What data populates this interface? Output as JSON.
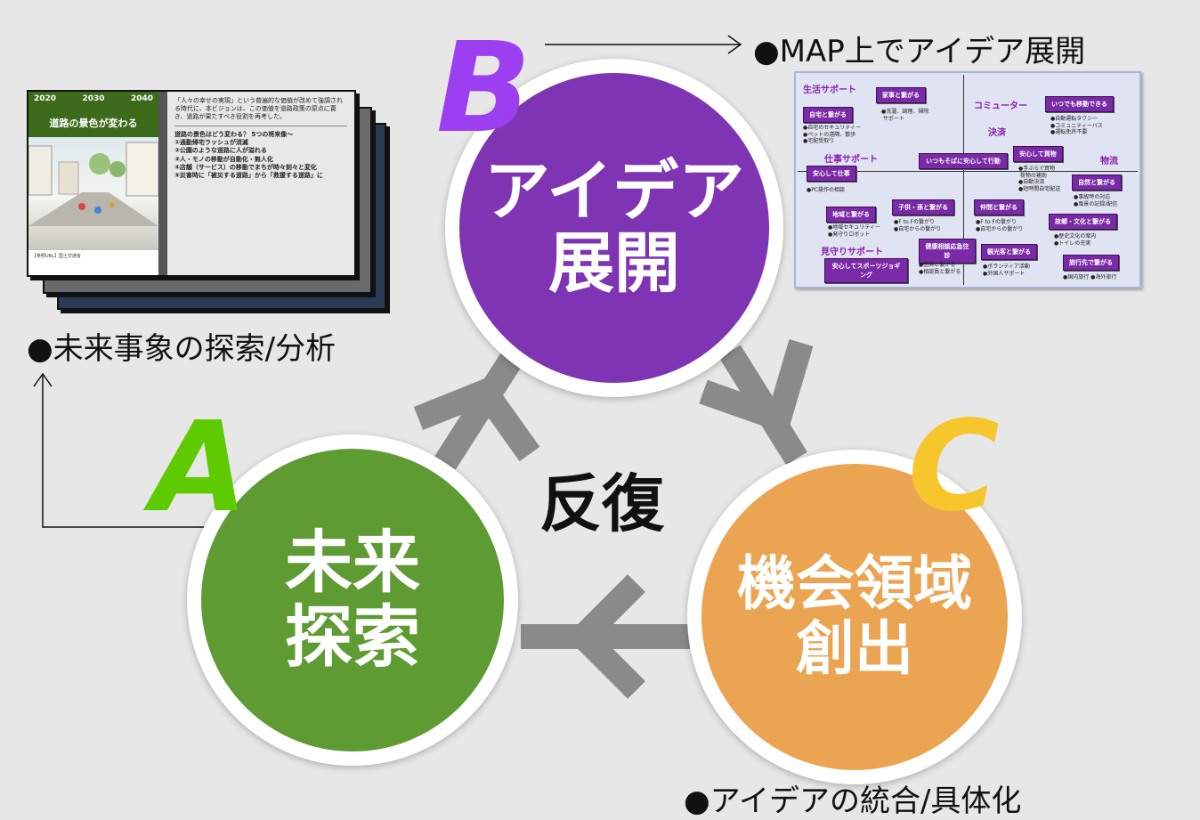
{
  "captions": {
    "a": "●未来事象の探索/分析",
    "b": "●MAP上でアイデア展開",
    "c": "●アイデアの統合/具体化"
  },
  "letters": {
    "a": "A",
    "b": "B",
    "c": "C"
  },
  "nodes": {
    "a": {
      "line1": "未来",
      "line2": "探索"
    },
    "b": {
      "line1": "アイデア",
      "line2": "展開"
    },
    "c": {
      "line1": "機会領域",
      "line2": "創出"
    }
  },
  "center_label": "反復",
  "colors": {
    "green": "#5f9b33",
    "purple": "#7f35b3",
    "orange": "#eba452",
    "letter_a": "#5ecb00",
    "letter_b": "#9b3ff0",
    "letter_c": "#f7c52c",
    "arrow": "#8a8a8a"
  },
  "slide": {
    "years": [
      "2020",
      "2030",
      "2040"
    ],
    "title": "道路の景色が変わる",
    "footer": "【参照URL】国土交通省",
    "intro": "「人々の幸せの実現」という普遍的な価値が改めて強調される時代に、本ビジョンは、この価値を道路政策の原点に置き、道路が果たすべき役割を再考した。",
    "heading": "道路の景色はどう変わる？ 5つの将来像～",
    "points": [
      "①通勤帰宅ラッシュが消滅",
      "②公園のような道路に人が溢れる",
      "③人・モノの移動が自動化・無人化",
      "④店舗（サービス）の移動でまちが時々刻々と変化",
      "⑤災害時に「被災する道路」から「救援する道路」に"
    ]
  },
  "map": {
    "categories": [
      "生活サポート",
      "コミューター",
      "決済",
      "仕事サポート",
      "物流",
      "見守りサポート"
    ],
    "tags": [
      "家事と繋がる",
      "自宅と繋がる",
      "いつでも移動できる",
      "安心して買物",
      "安心して仕事",
      "いつもそばに安心して行動",
      "自然と繋がる",
      "地域と繋がる",
      "子供・孫と繋がる",
      "仲間と繋がる",
      "故郷・文化と繋がる",
      "安心してスポーツジョギング",
      "健康相談応急往診",
      "観光客と繋がる",
      "旅行先で繋がる"
    ],
    "notes": [
      "●洗濯、調理、掃除\n サポート",
      "●自宅のセキュリティー\n●ペットの遠隔、散歩\n●宅配受取り",
      "●自動運転タクシー\n●コミュニティーバス\n●運転免許不要",
      "●手ぶらで買物\n 荷物の補助\n●自動決済\n●短時間自宅配送",
      "●PC操作の相談",
      "●事故時の対応\n●風景の記録/配信",
      "●地域セキュリティー\n●発守りロボット",
      "●F to Fの繋がり\n●自宅からの繋がり",
      "●F to Fの繋がり\n●自宅からの繋がり",
      "●歴史文化の案内\n●トイレの充実",
      "●医師と繋がる\n●相談員と繋がる",
      "●ボランティア活動\n●外国人サポート",
      "●国内旅行 ●海外旅行"
    ]
  }
}
